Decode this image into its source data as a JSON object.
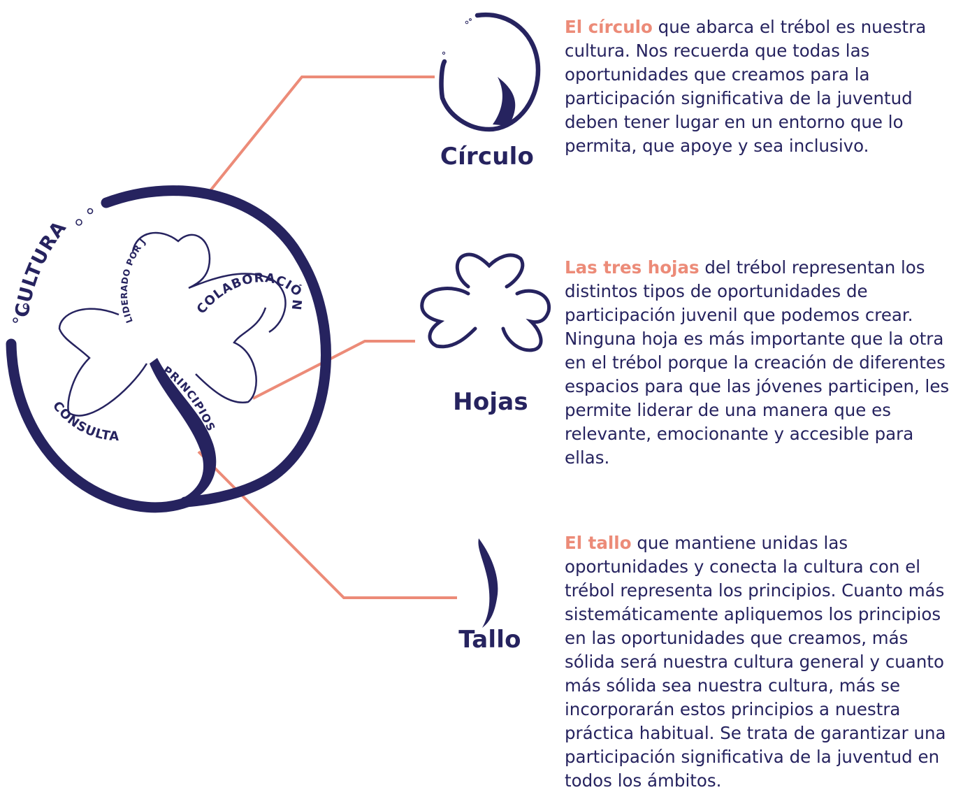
{
  "colors": {
    "navy": "#26235f",
    "salmon": "#ec8b78"
  },
  "clover": {
    "words": {
      "cultura": "CULTURA",
      "liderado": "LIDERADO POR JÓVENES",
      "colaboracion": "COLABORACIÓN",
      "consulta": "CONSULTA",
      "principios": "PRINCIPIOS"
    }
  },
  "sections": [
    {
      "label": "Círculo",
      "highlight": "El círculo",
      "text": " que abarca el trébol es nuestra cultura. Nos recuerda que todas las oportunidades que creamos para la participación significativa de la juventud deben tener lugar en un entorno que lo permita, que apoye y sea inclusivo.",
      "icon": "circle-icon"
    },
    {
      "label": "Hojas",
      "highlight": "Las tres hojas",
      "text": " del trébol representan los distintos tipos de oportunidades de participación juvenil que podemos crear. Ninguna hoja es más importante que la otra en el trébol porque la creación de diferentes espacios para que las jóvenes participen, les permite liderar de una manera que es relevante, emocionante y accesible para ellas.",
      "icon": "leaves-icon"
    },
    {
      "label": "Tallo",
      "highlight": "El tallo",
      "text": " que mantiene unidas las oportunidades y conecta la cultura con el trébol representa los principios. Cuanto más sistemáticamente apliquemos los principios en las oportunidades que creamos, más sólida será nuestra cultura general y cuanto más sólida sea nuestra cultura, más se incorporarán estos principios a nuestra práctica habitual. Se trata de garantizar una participación significativa de la juventud en todos los ámbitos.",
      "icon": "stem-icon"
    }
  ]
}
